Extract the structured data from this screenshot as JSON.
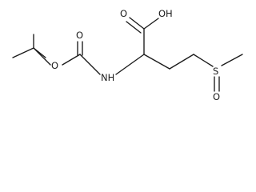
{
  "molecule": {
    "atoms": {
      "carboxyl_oh": "OH",
      "carboxyl_o": "O",
      "amide_nh": "NH",
      "ester_o": "O",
      "carbamate_carbonyl_o": "O",
      "sulfur": "S",
      "sulfoxide_o": "O"
    }
  }
}
